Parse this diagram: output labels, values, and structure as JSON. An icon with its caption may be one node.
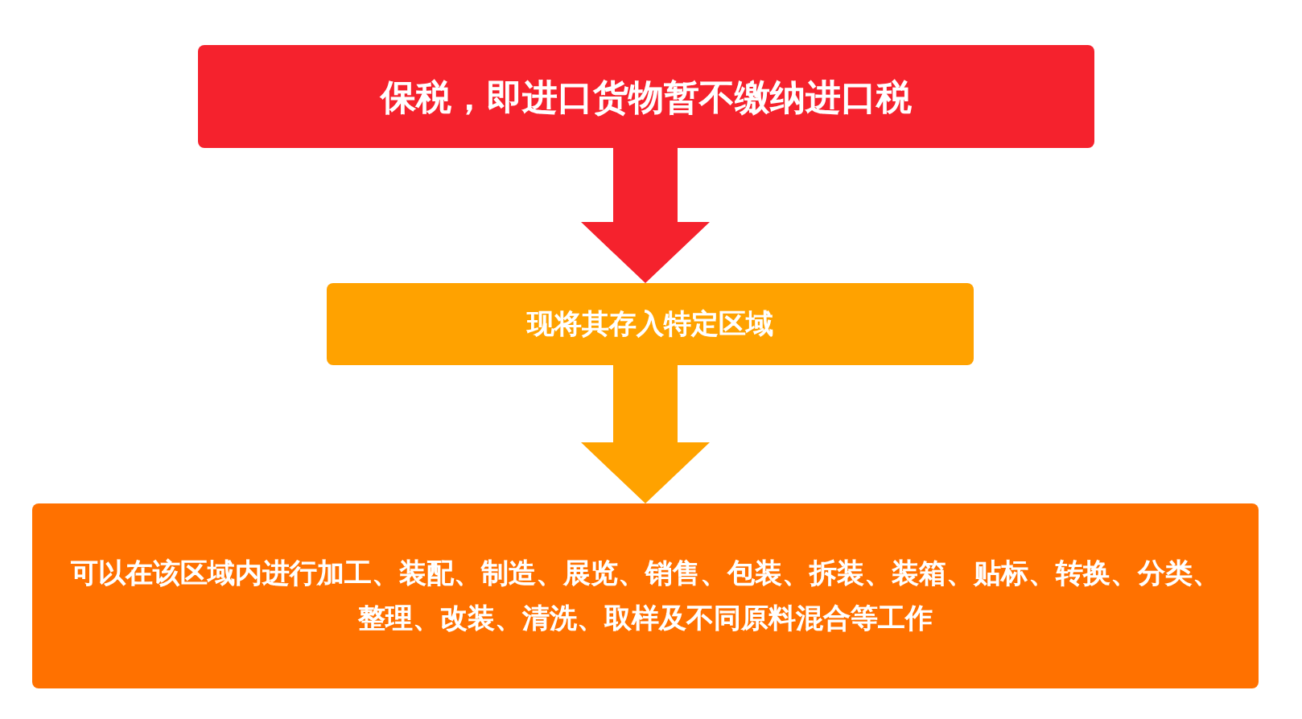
{
  "diagram": {
    "nodes": [
      {
        "text": [
          "保税，即进口货物暂不缴纳进口税"
        ]
      },
      {
        "text": [
          "现将其存入特定区域"
        ]
      },
      {
        "text": [
          "可以在该区域内进行加工、装配、制造、展览、销售、包装、拆装、装箱、贴标、转换、分类、整理、改装、清洗、取样及不同原料混合等工作"
        ]
      }
    ],
    "edges": [
      {
        "from": 0,
        "to": 1,
        "arrow": "to",
        "style": "thick",
        "color": "#f5222d"
      },
      {
        "from": 1,
        "to": 2,
        "arrow": "to",
        "style": "thick",
        "color": "#ffa200"
      }
    ]
  }
}
